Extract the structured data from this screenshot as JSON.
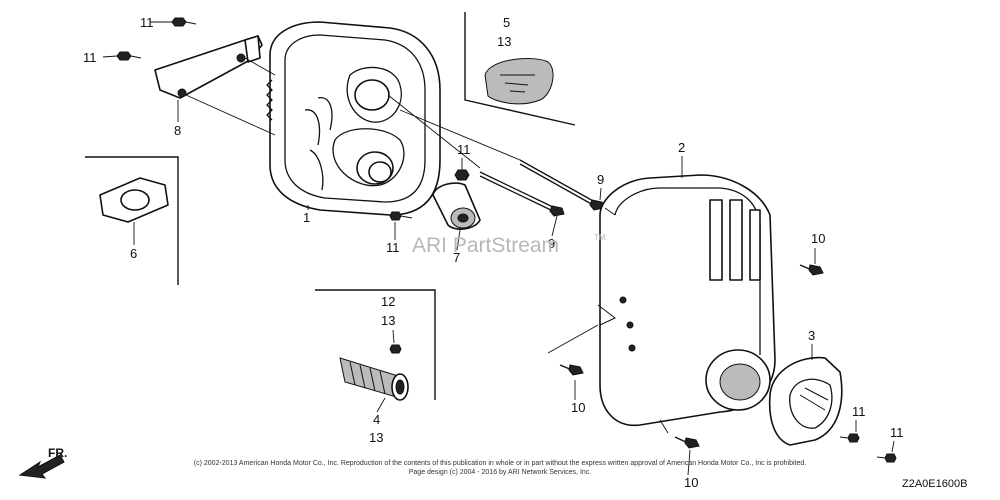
{
  "callouts": {
    "c1": "1",
    "c2": "2",
    "c3": "3",
    "c4": "4",
    "c5": "5",
    "c6": "6",
    "c7": "7",
    "c8": "8",
    "c9a": "9",
    "c9b": "9",
    "c10a": "10",
    "c10b": "10",
    "c10c": "10",
    "c11a": "11",
    "c11b": "11",
    "c11c": "11",
    "c11d": "11",
    "c11e": "11",
    "c11f": "11",
    "c12": "12",
    "c13a": "13",
    "c13b": "13",
    "c13c": "13"
  },
  "watermark": {
    "text": "ARI PartStream",
    "mark": "TM"
  },
  "front_indicator": "FR.",
  "diagram_code": "Z2A0E1600B",
  "copyright": {
    "line1": "(c) 2002-2013 American Honda Motor Co., Inc. Reproduction of the contents of this publication in whole or in part without the express written approval of American Honda Motor Co., Inc is prohibited.",
    "line2": "Page design (c) 2004 - 2016 by ARI Network Services, Inc."
  },
  "colors": {
    "line": "#111111",
    "watermark": "#b8b8b8",
    "background": "#ffffff"
  }
}
